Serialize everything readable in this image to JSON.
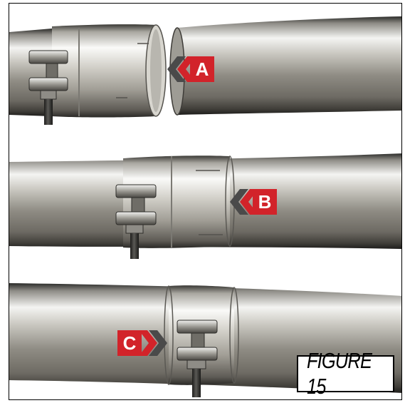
{
  "figure": {
    "caption": "FIGURE 15",
    "steps": [
      {
        "letter": "A"
      },
      {
        "letter": "B"
      },
      {
        "letter": "C"
      }
    ]
  },
  "colors": {
    "callout_red": "#d2232a",
    "callout_gray": "#4a4a4a",
    "pipe_highlight": "#f4f4f2",
    "pipe_shadow": "#2a2a28"
  }
}
